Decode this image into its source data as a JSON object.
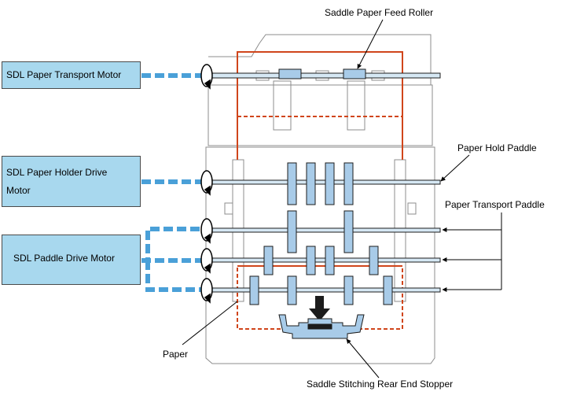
{
  "motors": {
    "transport": "SDL Paper Transport Motor",
    "holder_line1": "SDL Paper Holder Drive",
    "holder_line2": "Motor",
    "paddle": "SDL Paddle Drive Motor"
  },
  "labels": {
    "feed_roller": "Saddle Paper Feed Roller",
    "hold_paddle": "Paper Hold Paddle",
    "transport_paddle": "Paper Transport Paddle",
    "paper": "Paper",
    "rear_end_stopper": "Saddle Stitching Rear End Stopper"
  },
  "colors": {
    "motor_fill": "#a8d8ee",
    "part_fill": "#a8cbe8",
    "paper_path": "#d0451b",
    "shaft": "#1c1c1c"
  }
}
